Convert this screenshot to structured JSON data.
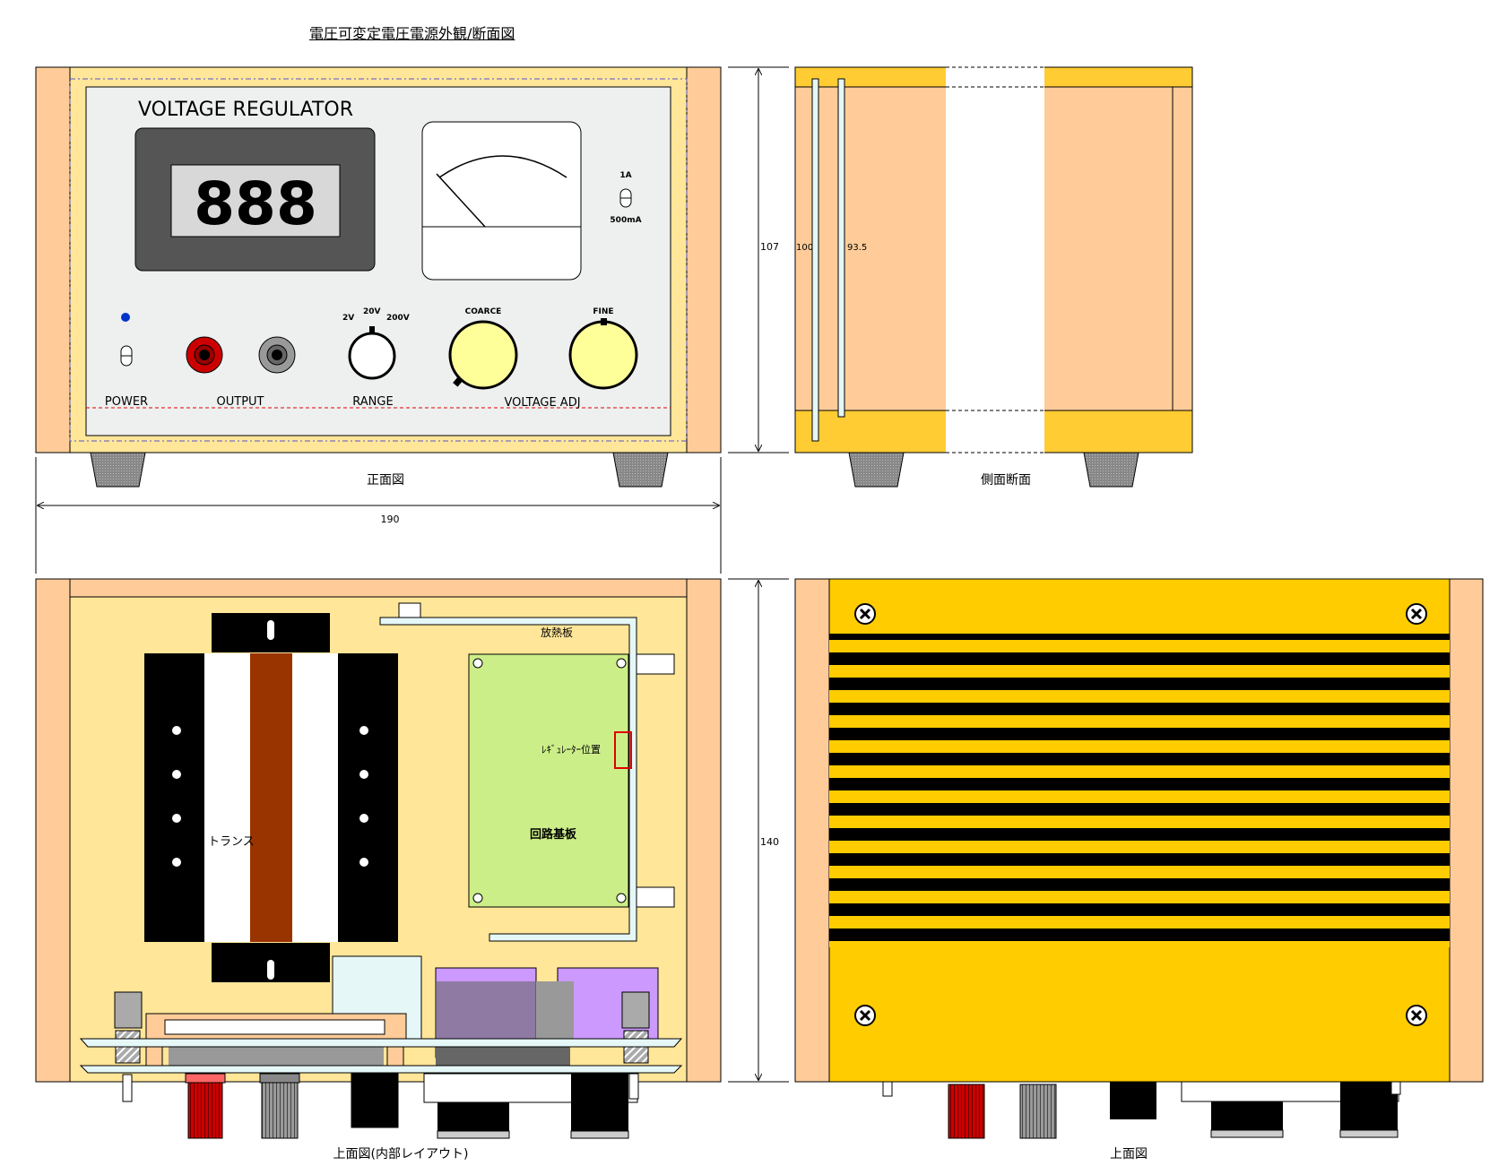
{
  "title": "電圧可変定電圧電源外観/断面図",
  "front": {
    "brand": "VOLTAGE REGULATOR",
    "display": "888",
    "range_2v": "2V",
    "range_20v": "20V",
    "range_200v": "200V",
    "coarce": "COARCE",
    "fine": "FINE",
    "amp_1a": "1A",
    "amp_500ma": "500mA",
    "power": "POWER",
    "output": "OUTPUT",
    "range": "RANGE",
    "voltage_adj": "VOLTAGE ADJ",
    "caption": "正面図"
  },
  "side": {
    "caption": "側面断面",
    "dim_100": "100",
    "dim_93_5": "93.5"
  },
  "dimensions": {
    "width": "190",
    "height": "107",
    "depth": "140"
  },
  "layout_view": {
    "heatsink": "放熱板",
    "regulator_pos": "ﾚｷﾞｭﾚｰﾀｰ位置",
    "board": "回路基板",
    "transformer": "トランス",
    "caption": "上面図(内部レイアウト)"
  },
  "top_view": {
    "caption": "上面図"
  },
  "colors": {
    "wood": "#ffcc99",
    "wood_frame": "#ffe699",
    "lid": "#ffcc00",
    "panel": "#eef0f0",
    "knob": "#ffff99",
    "board": "#ccee88"
  }
}
